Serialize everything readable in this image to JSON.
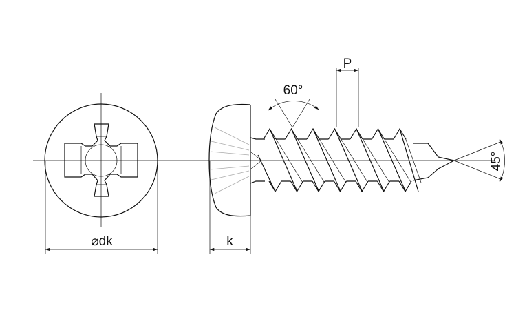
{
  "labels": {
    "pitch": "P",
    "thread_angle": "60°",
    "point_angle": "45°",
    "head_height": "k",
    "head_diameter": "⌀dk"
  },
  "colors": {
    "line": "#111111",
    "background": "#ffffff",
    "hidden": "#aaaaaa"
  }
}
